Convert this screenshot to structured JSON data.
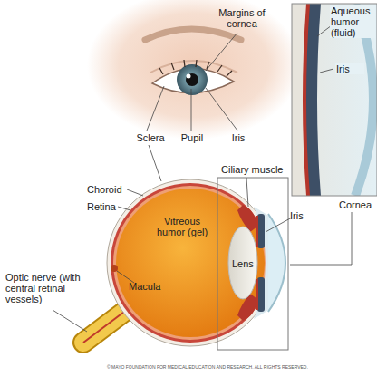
{
  "diagram": {
    "labels": [
      "Margins of cornea",
      "Aqueous humor (fluid)",
      "Iris",
      "Sclera",
      "Pupil",
      "Iris",
      "Ciliary muscle",
      "Choroid",
      "Cornea",
      "Retina",
      "Vitreous humor (gel)",
      "Macula",
      "Lens",
      "Iris",
      "Optic nerve (with central retinal vessels)",
      "© MAYO FOUNDATION FOR MEDICAL EDUCATION AND RESEARCH. ALL RIGHTS RESERVED."
    ]
  }
}
